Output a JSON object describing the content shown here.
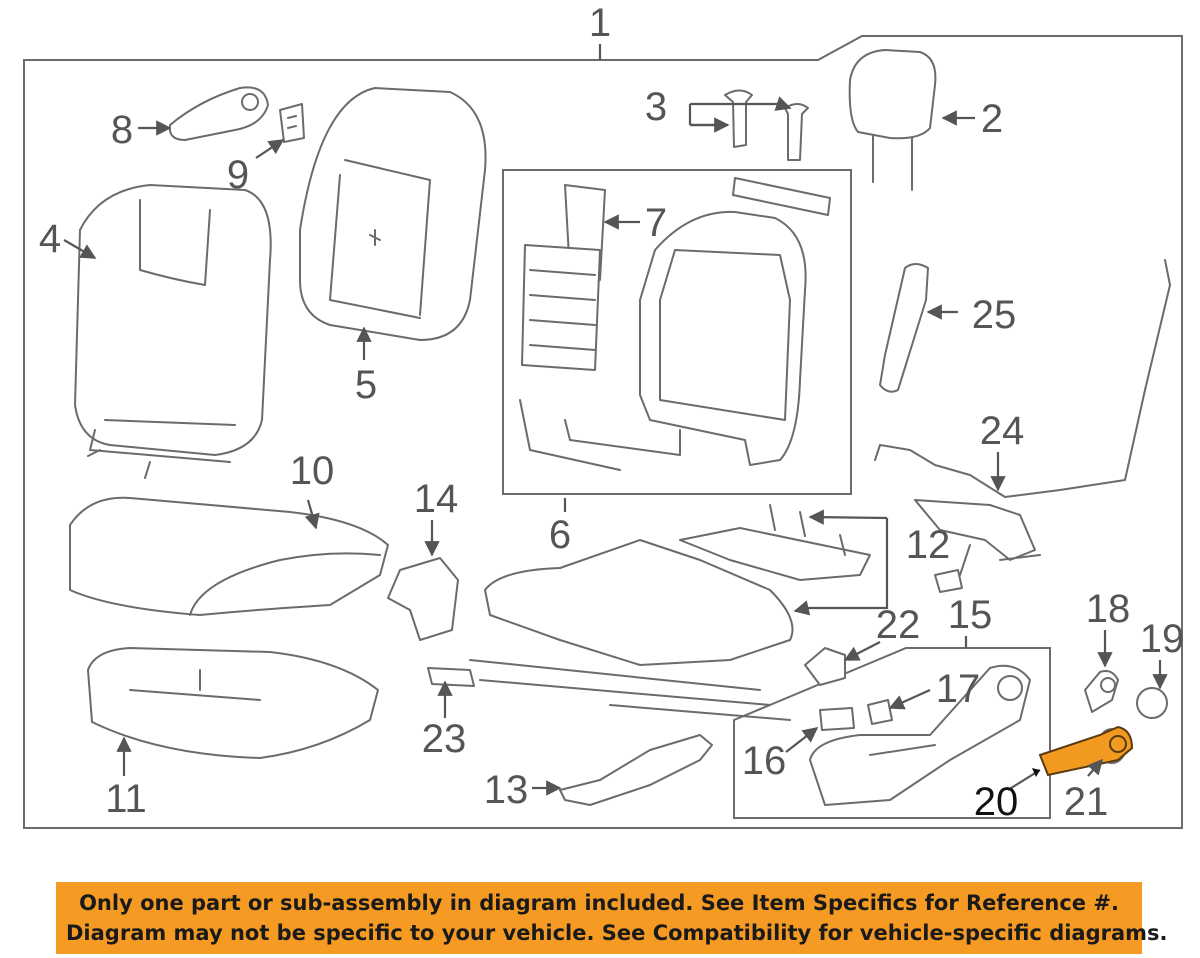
{
  "callouts": {
    "c1": "1",
    "c2": "2",
    "c3": "3",
    "c4": "4",
    "c5": "5",
    "c6": "6",
    "c7": "7",
    "c8": "8",
    "c9": "9",
    "c10": "10",
    "c11": "11",
    "c12": "12",
    "c13": "13",
    "c14": "14",
    "c15": "15",
    "c16": "16",
    "c17": "17",
    "c18": "18",
    "c19": "19",
    "c20": "20",
    "c21": "21",
    "c22": "22",
    "c23": "23",
    "c24": "24",
    "c25": "25"
  },
  "highlight_part": "20",
  "colors": {
    "highlight": "#f29a1f",
    "banner": "#f59a23",
    "line": "#6b6b6b"
  },
  "notice": {
    "line1": "Only one part or sub-assembly in diagram included. See Item Specifics for Reference #.",
    "line2": "Diagram may not be specific to your vehicle. See Compatibility for vehicle-specific diagrams."
  }
}
